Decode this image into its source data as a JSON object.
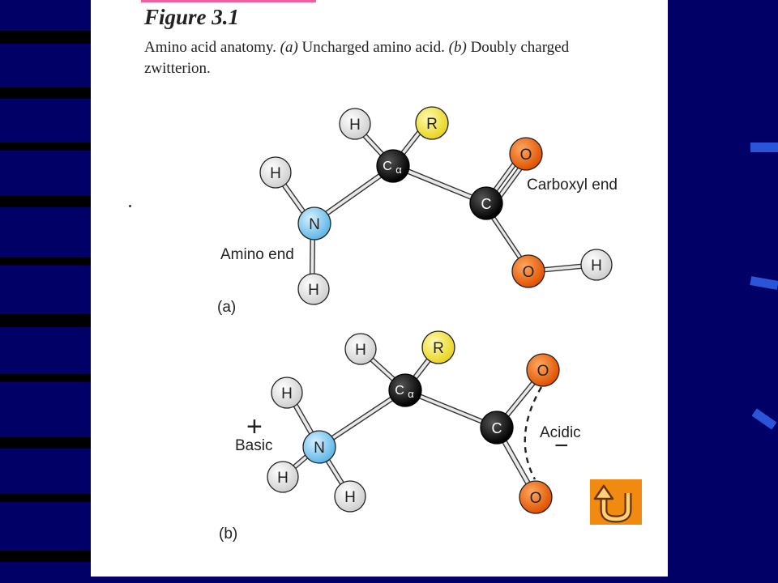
{
  "figure": {
    "title": "Figure 3.1",
    "caption": {
      "lead": "Amino acid anatomy.",
      "a_marker": "(a)",
      "a_text": "Uncharged amino acid.",
      "b_marker": "(b)",
      "b_text": "Doubly charged",
      "line2": "zwitterion."
    }
  },
  "panel_a": {
    "label": "(a)",
    "amino_end_label": "Amino end",
    "carboxyl_end_label": "Carboxyl end",
    "atoms": {
      "h_alpha": "H",
      "r_group": "R",
      "h_amine_top": "H",
      "n": "N",
      "h_amine_bottom": "H",
      "c_alpha_main": "C",
      "c_alpha_sub": "α",
      "c_carboxyl": "C",
      "o_carbonyl": "O",
      "o_hydroxyl": "O",
      "h_hydroxyl": "H"
    }
  },
  "panel_b": {
    "label": "(b)",
    "basic_label": "Basic",
    "plus_sign": "+",
    "acidic_label": "Acidic",
    "minus_sign": "−",
    "atoms": {
      "h_alpha": "H",
      "r_group": "R",
      "h_amine_1": "H",
      "n": "N",
      "h_amine_2": "H",
      "h_amine_3": "H",
      "c_alpha_main": "C",
      "c_alpha_sub": "α",
      "c_carboxyl": "C",
      "o_top": "O",
      "o_bottom": "O"
    }
  },
  "colors": {
    "hydrogen": "#f2f2f2",
    "r_group": "#f6ea3a",
    "nitrogen": "#8fd0f2",
    "carbon": "#1a1a1a",
    "oxygen": "#f06a10",
    "back_button": "#f08a10"
  },
  "icons": {
    "back_button_icon": "u-turn-arrow-icon"
  }
}
